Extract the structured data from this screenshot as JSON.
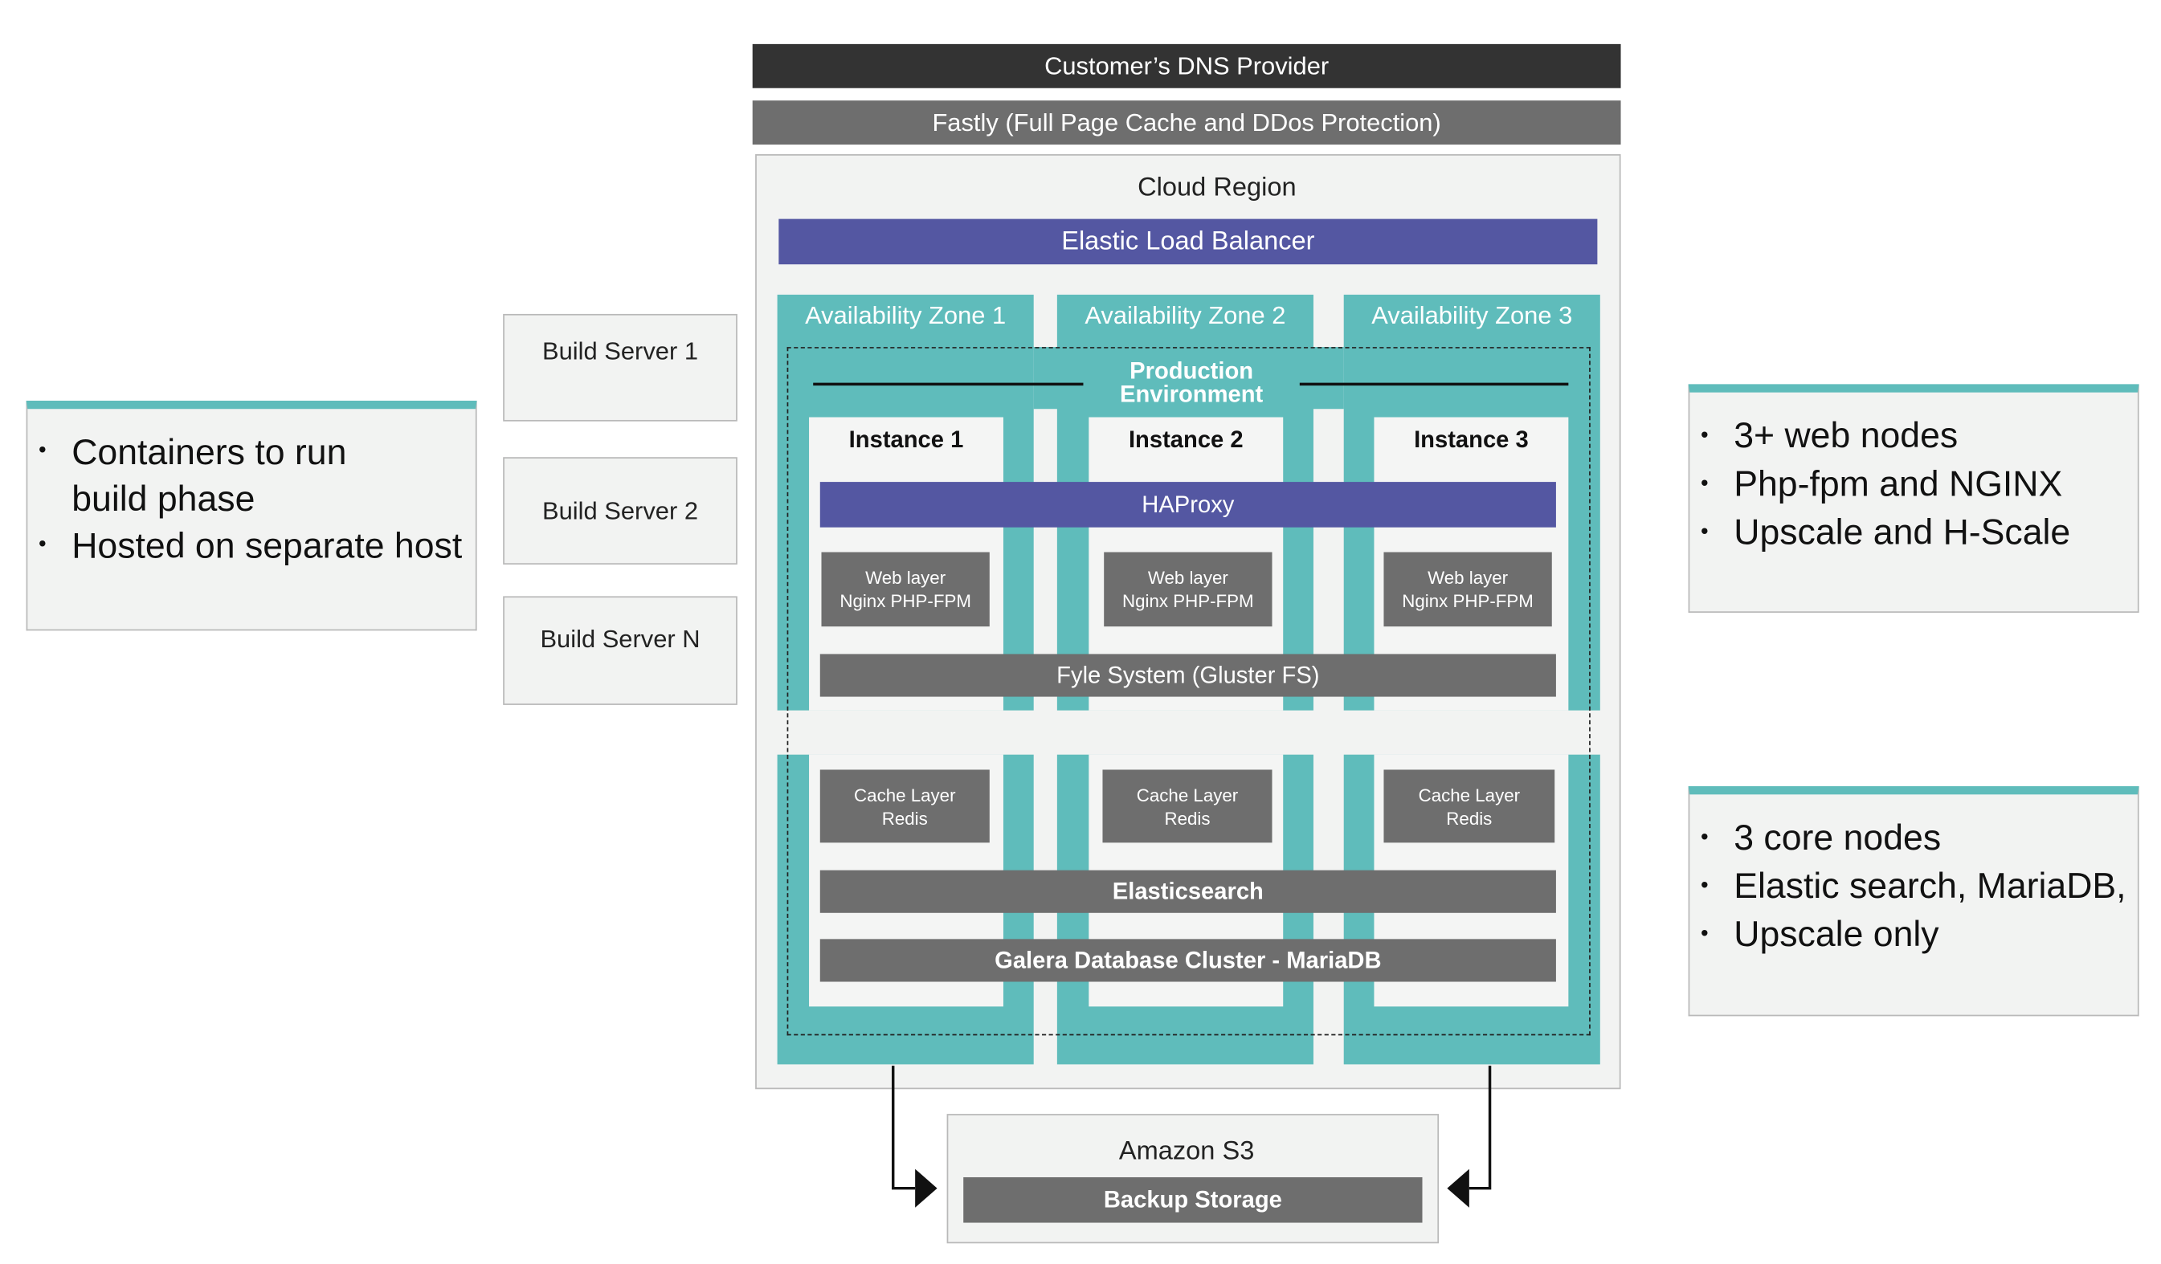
{
  "dns": {
    "label": "Customer’s DNS Provider"
  },
  "cdn": {
    "label": "Fastly (Full Page Cache and DDos Protection)"
  },
  "region": {
    "title": "Cloud Region"
  },
  "load_balancer": {
    "label": "Elastic Load Balancer"
  },
  "zones": [
    {
      "title": "Availability Zone 1",
      "instance": "Instance 1",
      "web_line1": "Web layer",
      "web_line2": "Nginx PHP-FPM",
      "cache_line1": "Cache Layer",
      "cache_line2": "Redis"
    },
    {
      "title": "Availability Zone 2",
      "instance": "Instance 2",
      "web_line1": "Web layer",
      "web_line2": "Nginx PHP-FPM",
      "cache_line1": "Cache Layer",
      "cache_line2": "Redis"
    },
    {
      "title": "Availability Zone 3",
      "instance": "Instance 3",
      "web_line1": "Web layer",
      "web_line2": "Nginx PHP-FPM",
      "cache_line1": "Cache Layer",
      "cache_line2": "Redis"
    }
  ],
  "production": {
    "line1": "Production",
    "line2": "Environment"
  },
  "haproxy": {
    "label": "HAProxy"
  },
  "filesystem": {
    "label": "Fyle System (Gluster FS)"
  },
  "elasticsearch": {
    "label": "Elasticsearch"
  },
  "galera": {
    "label": "Galera Database Cluster - MariaDB"
  },
  "s3": {
    "title": "Amazon S3",
    "storage": "Backup Storage"
  },
  "build_servers": [
    "Build Server 1",
    "Build Server 2",
    "Build Server N"
  ],
  "notes": {
    "build": [
      "Containers to run",
      "build phase",
      "Hosted on separate host"
    ],
    "web": [
      "3+ web nodes",
      "Php-fpm and NGINX",
      "Upscale and H-Scale"
    ],
    "core": [
      "3 core nodes",
      "Elastic search, MariaDB,",
      "Upscale only"
    ]
  },
  "colors": {
    "teal": "#5fbcbb",
    "indigo": "#5457a2",
    "grey": "#6e6e6e",
    "dark": "#333333",
    "panel": "#f2f3f2"
  }
}
